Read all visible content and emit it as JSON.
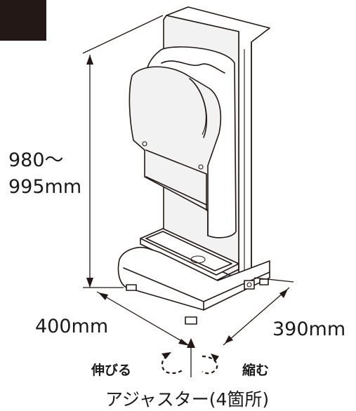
{
  "dimensions": {
    "height_line1": "980～",
    "height_line2": "995mm",
    "width": "400mm",
    "depth": "390mm"
  },
  "adjuster": {
    "extend": "伸びる",
    "retract": "縮む",
    "caption": "アジャスター(4箇所)"
  }
}
